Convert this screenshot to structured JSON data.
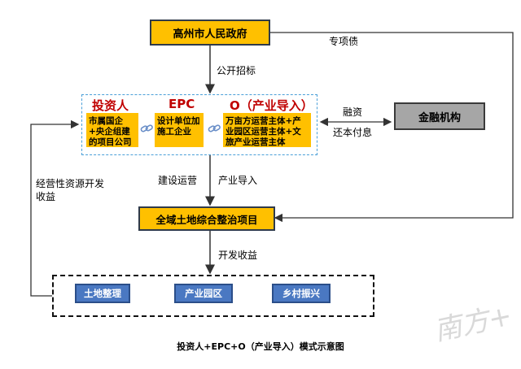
{
  "nodes": {
    "gov": "高州市人民政府",
    "finance": "金融机构",
    "project": "全域土地综合整治项目"
  },
  "roles": {
    "investor_title": "投资人",
    "epc_title": "EPC",
    "o_title": "O（产业导入）",
    "investor_desc": "市属国企+央企组建的项目公司",
    "epc_desc": "设计单位加施工企业",
    "o_desc": "万亩方运营主体+产业园区运营主体+文旅产业运营主体"
  },
  "edges": {
    "special_bond": "专项债",
    "public_tender": "公开招标",
    "financing": "融资",
    "repayment": "还本付息",
    "build_operate": "建设运营",
    "industry_intro": "产业导入",
    "dev_income": "开发收益",
    "operating_income": "经营性资源开发收益"
  },
  "outcomes": [
    "土地整理",
    "产业园区",
    "乡村振兴"
  ],
  "caption": "投资人+EPC+O（产业导入）模式示意图",
  "colors": {
    "yellow": "#ffc000",
    "blue": "#4a78c2",
    "gray": "#a6a6a6",
    "red": "#c00000"
  }
}
